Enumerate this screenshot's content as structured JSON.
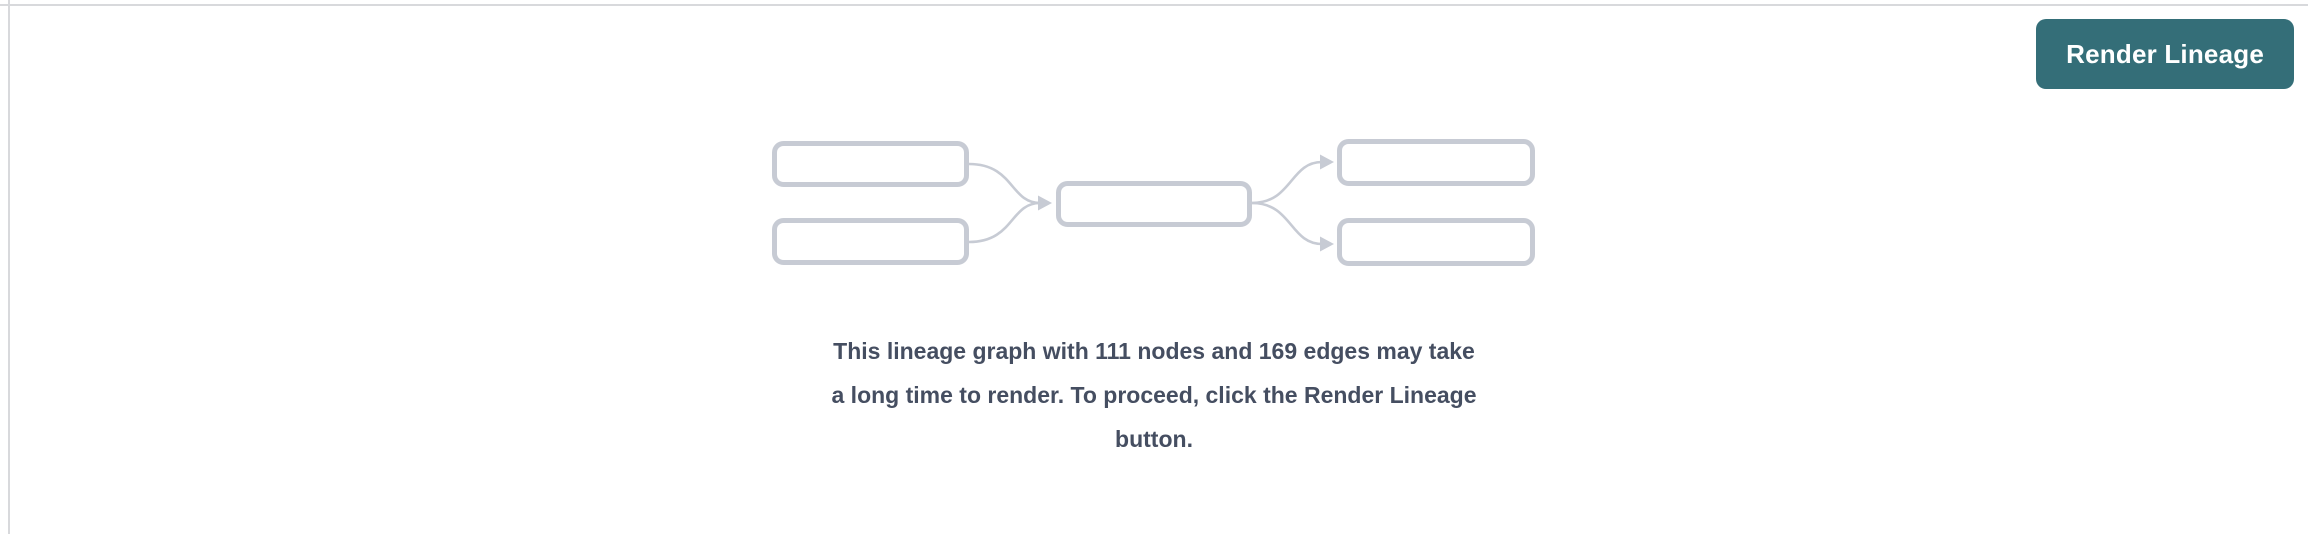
{
  "toolbar": {
    "render_button_label": "Render Lineage"
  },
  "empty_state": {
    "message_full": "This lineage graph with 111 nodes and 169 edges may take a long time to render. To proceed, click the Render Lineage button.",
    "message_lines": [
      "This lineage graph with 111 nodes and 169 edges may take",
      "a long time to render. To proceed, click the Render Lineage",
      "button."
    ],
    "node_count": "111",
    "edge_count": "169"
  },
  "colors": {
    "accent_teal": "#346e78",
    "button_text": "#ffffff",
    "illustration_stroke": "#c7cbd4",
    "message_text": "#454e61",
    "pane_border": "#d8d9dc"
  }
}
